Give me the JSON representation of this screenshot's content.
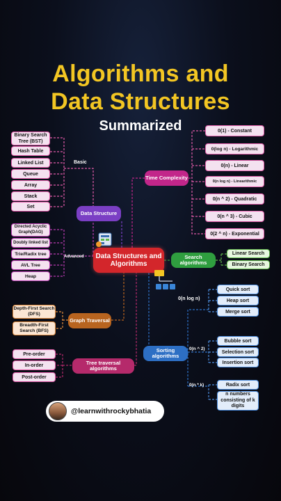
{
  "title_line1": "Algorithms and",
  "title_line2": "Data Structures",
  "subtitle": "Summarized",
  "center": "Data Structures and Algorithms",
  "hubs": {
    "data_structure": "Data Structure",
    "time_complexity": "Time Complexity",
    "search_algorithms": "Search algorithms",
    "graph_traversal": "Graph Traversal",
    "sorting_algorithms": "Sorting algorithms",
    "tree_traversal": "Tree traversal algorithms"
  },
  "labels": {
    "basic": "Basic",
    "advanced": "Advanced",
    "nlogn": "0(n log n)",
    "n2": "0(n ^ 2)",
    "nk": "0(n * k)"
  },
  "basic_structures": [
    "Binary Search Tree (BST)",
    "Hash Table",
    "Linked List",
    "Queue",
    "Array",
    "Stack",
    "Set"
  ],
  "advanced_structures": [
    "Directed Acyclic Graph(DAG)",
    "Doubly linked list",
    "Trie/Radix tree",
    "AVL Tree",
    "Heap"
  ],
  "complexities": [
    "0(1) - Constant",
    "0(log n) - Logarithmic",
    "0(n) - Linear",
    "0(n log n) - Linearithmic",
    "0(n ^ 2) - Quadratic",
    "0(n ^ 3) - Cubic",
    "0(2 ^ n) - Exponential"
  ],
  "search": [
    "Linear Search",
    "Binary Search"
  ],
  "graph": [
    "Depth-First Search (DFS)",
    "Breadth-First Search (BFS)"
  ],
  "tree": [
    "Pre-order",
    "In-order",
    "Post-order"
  ],
  "sort_nlogn": [
    "Quick sort",
    "Heap sort",
    "Merge sort"
  ],
  "sort_n2": [
    "Bubble sort",
    "Selection sort",
    "Insertion sort"
  ],
  "sort_nk": [
    "Radix sort",
    "n numbers consisting of k digits"
  ],
  "handle": "@learnwithrockybhatia",
  "colors": {
    "title": "#f3c623",
    "center": "#d3262b",
    "data_structure": "#7b3fc4",
    "time_complexity": "#c2268a",
    "search": "#2f9e3f",
    "graph": "#b8641f",
    "sorting": "#2d6fc4",
    "tree": "#b52a6b"
  }
}
